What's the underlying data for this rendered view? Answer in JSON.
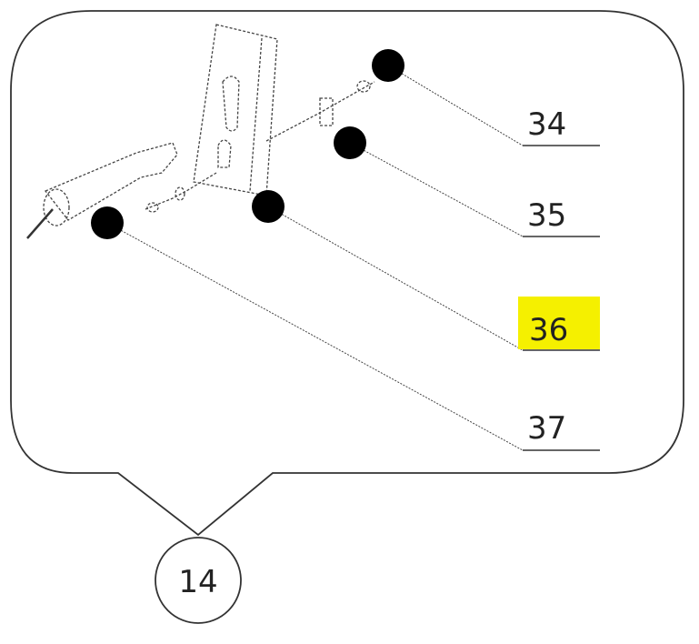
{
  "callouts": [
    {
      "label": "34",
      "highlighted": false
    },
    {
      "label": "35",
      "highlighted": false
    },
    {
      "label": "36",
      "highlighted": true
    },
    {
      "label": "37",
      "highlighted": false
    }
  ],
  "group_label": "14",
  "colors": {
    "highlight": "#f5f000",
    "line": "#222222",
    "dot": "#000000"
  }
}
